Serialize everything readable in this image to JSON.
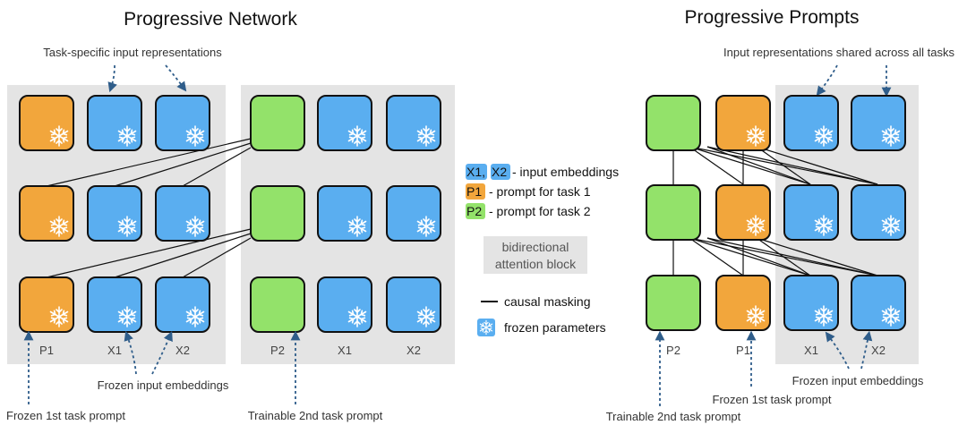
{
  "colors": {
    "prompt_orange": "#F2A63C",
    "input_blue": "#5AAEF0",
    "trainable_green": "#93E26A",
    "block_grey": "#E4E4E4",
    "arrow_blue": "#2F5D8A"
  },
  "left": {
    "title": "Progressive Network",
    "top_note": "Task-specific input representations",
    "columns": [
      "P1",
      "X1",
      "X2",
      "P2",
      "X1",
      "X2"
    ],
    "frozen_embeddings_note": "Frozen input embeddings",
    "frozen_prompt_note": "Frozen 1st task prompt",
    "trainable_prompt_note": "Trainable 2nd task prompt"
  },
  "legend": {
    "chip_x1": "X1,",
    "chip_x2": "X2",
    "input_text": "- input embeddings",
    "chip_p1": "P1",
    "p1_text": "- prompt for task 1",
    "chip_p2": "P2",
    "p2_text": "- prompt for task 2",
    "attn_line1": "bidirectional",
    "attn_line2": "attention block",
    "masking_text": "causal masking",
    "frozen_text": "frozen parameters",
    "snowflake_icon": "snowflake-icon"
  },
  "right": {
    "title": "Progressive Prompts",
    "top_note": "Input representations shared across all tasks",
    "columns": [
      "P2",
      "P1",
      "X1",
      "X2"
    ],
    "frozen_embeddings_note": "Frozen input embeddings",
    "frozen_prompt_note": "Frozen 1st task prompt",
    "trainable_prompt_note": "Trainable 2nd task prompt"
  }
}
